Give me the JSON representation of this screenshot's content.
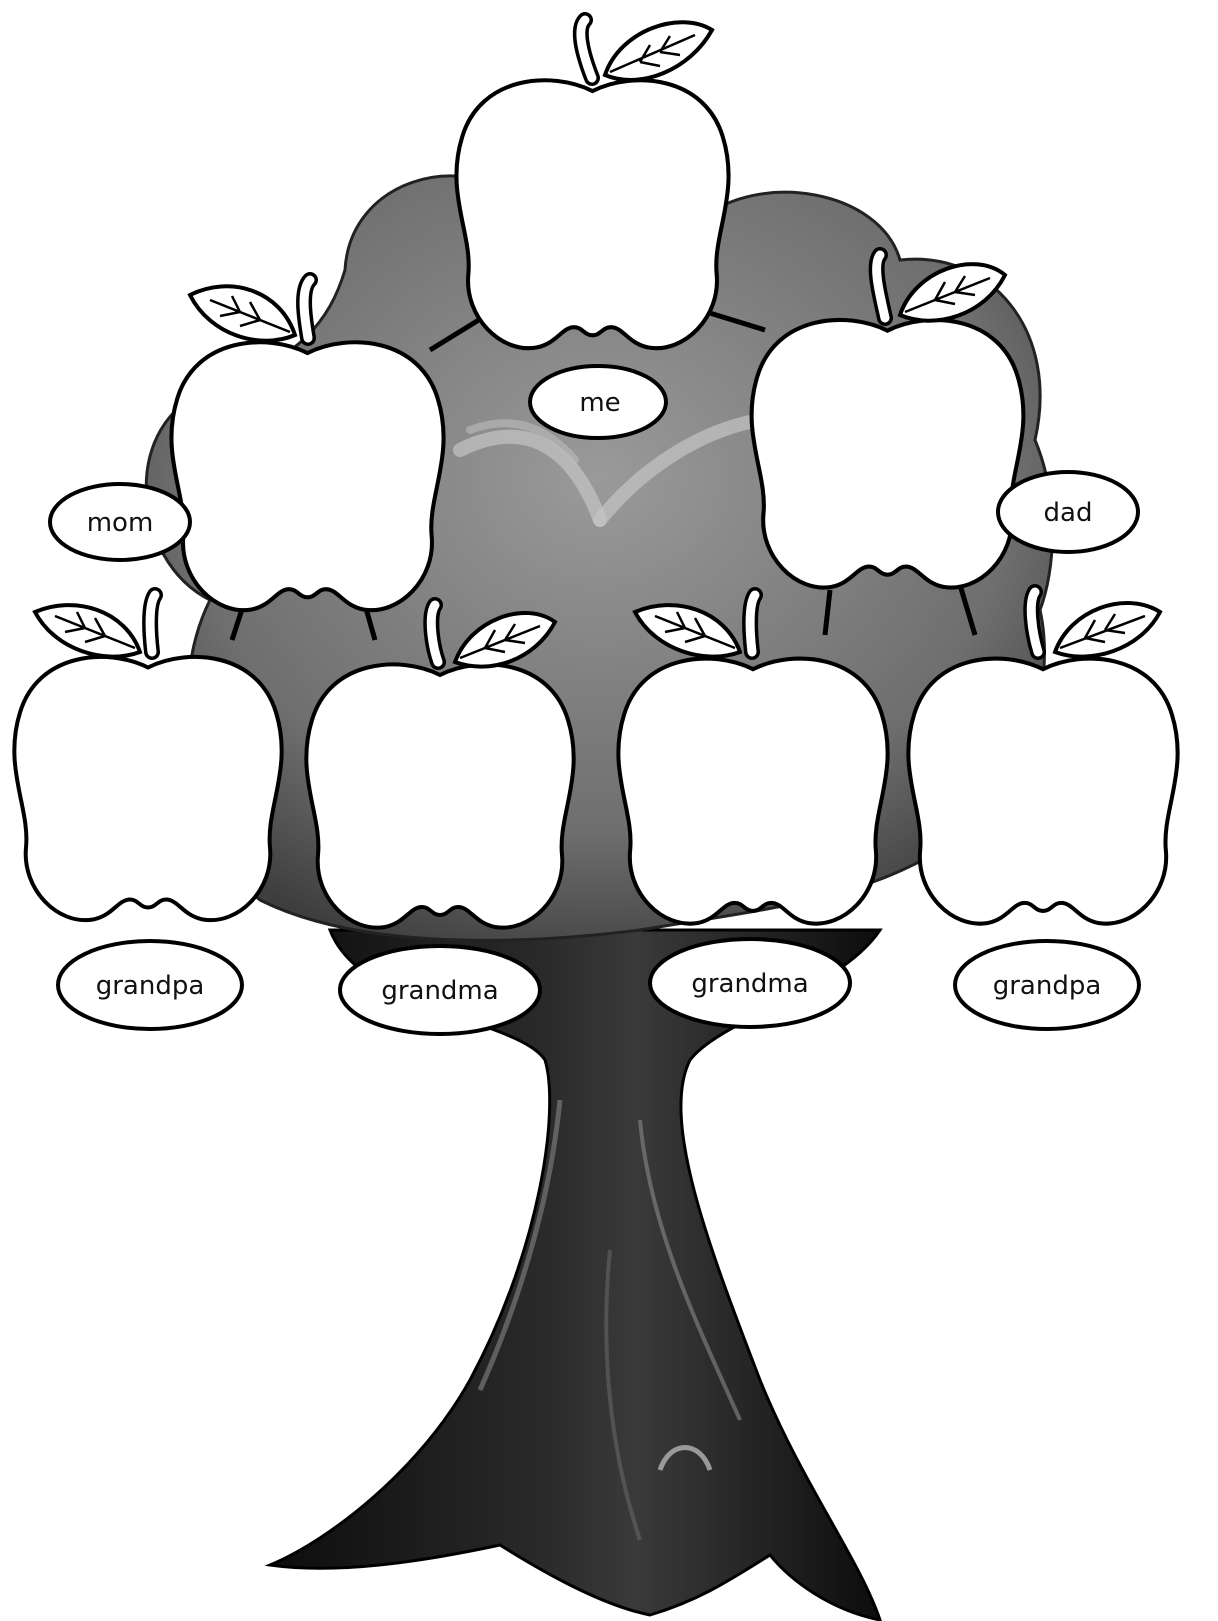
{
  "labels": {
    "me": "me",
    "mom": "mom",
    "dad": "dad",
    "grandpa_left": "grandpa",
    "grandma_left": "grandma",
    "grandma_right": "grandma",
    "grandpa_right": "grandpa"
  },
  "colors": {
    "canopy": "#7a7a7a",
    "canopy_highlight": "#a9a9a9",
    "trunk": "#1c1c1c",
    "trunk_highlight": "#6a6a6a",
    "apple_fill": "#ffffff",
    "outline": "#000000"
  }
}
